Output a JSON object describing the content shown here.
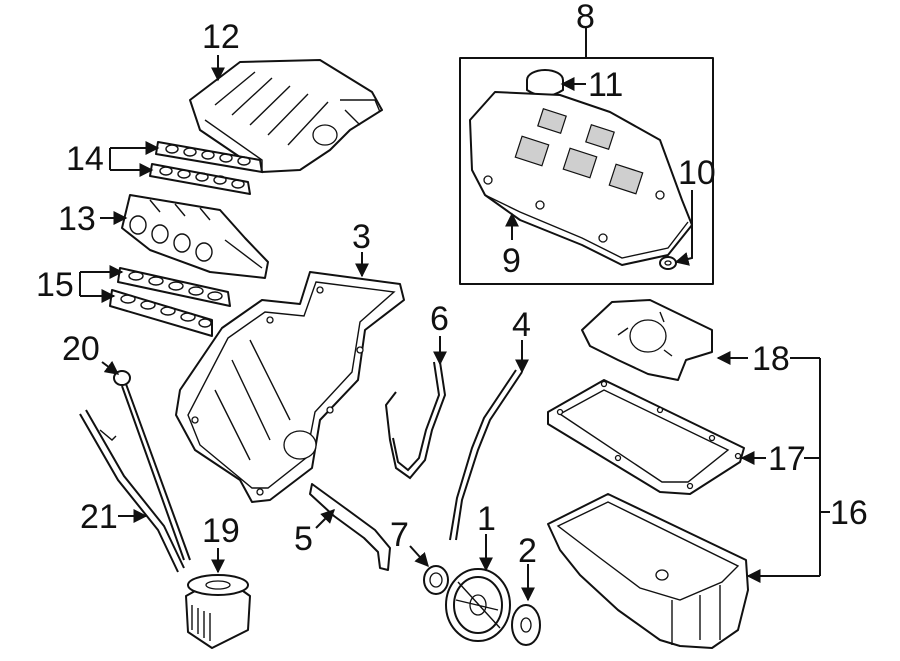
{
  "diagram": {
    "callouts": {
      "c1": "1",
      "c2": "2",
      "c3": "3",
      "c4": "4",
      "c5": "5",
      "c6": "6",
      "c7": "7",
      "c8": "8",
      "c9": "9",
      "c10": "10",
      "c11": "11",
      "c12": "12",
      "c13": "13",
      "c14": "14",
      "c15": "15",
      "c16": "16",
      "c17": "17",
      "c18": "18",
      "c19": "19",
      "c20": "20",
      "c21": "21"
    },
    "colors": {
      "line": "#111111",
      "background": "#ffffff",
      "shade": "#cfcfcf"
    }
  }
}
